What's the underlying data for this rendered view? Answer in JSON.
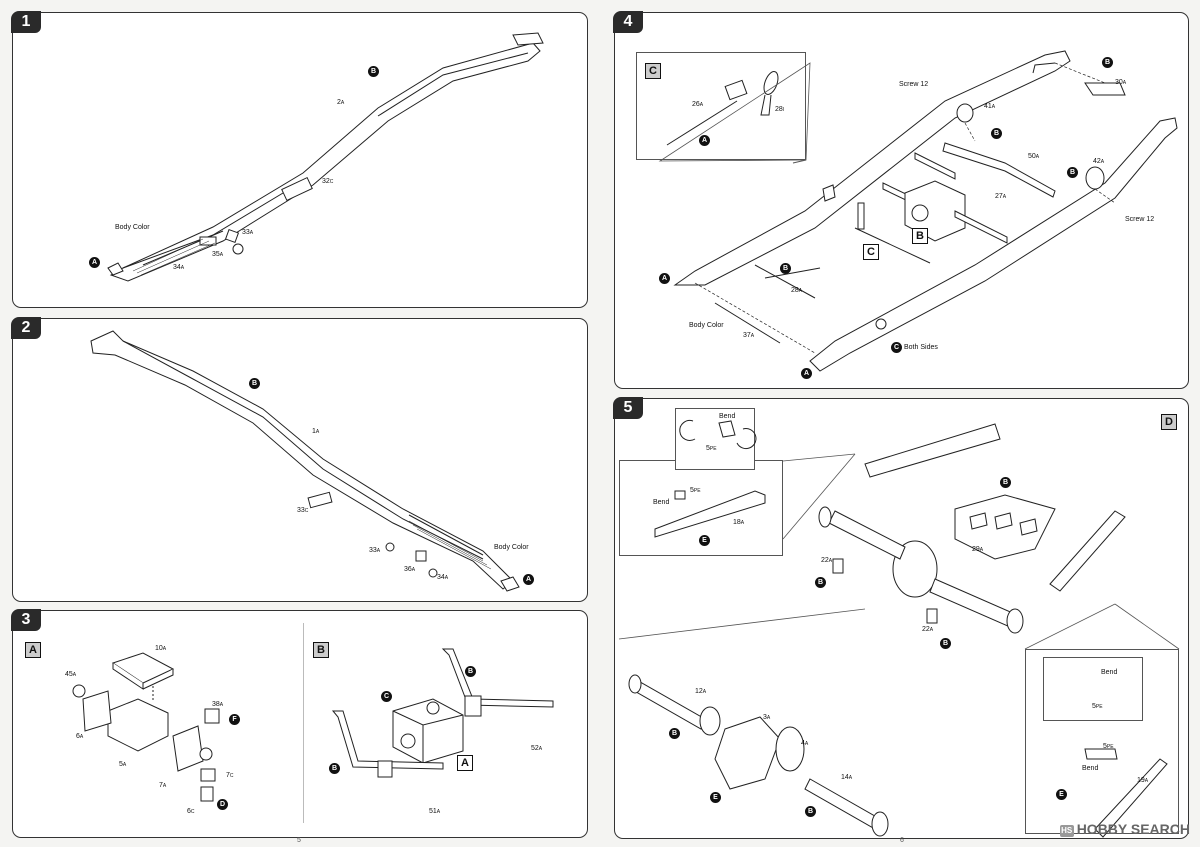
{
  "steps": [
    {
      "number": "1"
    },
    {
      "number": "2"
    },
    {
      "number": "3"
    },
    {
      "number": "4"
    },
    {
      "number": "5"
    }
  ],
  "step1": {
    "parts": {
      "p2a": "2",
      "p2a_sub": "A",
      "p32c": "32",
      "p32c_sub": "C",
      "p33a": "33",
      "p33a_sub": "A",
      "p35a": "35",
      "p35a_sub": "A",
      "p34a": "34",
      "p34a_sub": "A"
    },
    "body_color": "Body Color",
    "markers": {
      "b": "B",
      "a": "A"
    }
  },
  "step2": {
    "parts": {
      "p1a": "1",
      "p1a_sub": "A",
      "p33c": "33",
      "p33c_sub": "C",
      "p33a": "33",
      "p33a_sub": "A",
      "p36a": "36",
      "p36a_sub": "A",
      "p34a": "34",
      "p34a_sub": "A"
    },
    "body_color": "Body Color",
    "markers": {
      "b": "B",
      "a": "A"
    }
  },
  "step3": {
    "sub_a": "A",
    "sub_b": "B",
    "parts": {
      "p10a": "10",
      "p10a_sub": "A",
      "p45a": "45",
      "p45a_sub": "A",
      "p6a": "6",
      "p6a_sub": "A",
      "p5a": "5",
      "p5a_sub": "A",
      "p38a": "38",
      "p38a_sub": "A",
      "p7a": "7",
      "p7a_sub": "A",
      "p7c": "7",
      "p7c_sub": "C",
      "p6c": "6",
      "p6c_sub": "C",
      "p52a": "52",
      "p52a_sub": "A",
      "p51a": "51",
      "p51a_sub": "A"
    },
    "markers": {
      "f": "F",
      "d": "D",
      "c": "C",
      "b1": "B",
      "b2": "B",
      "a_box": "A"
    }
  },
  "step4": {
    "inset_c": "C",
    "parts": {
      "p26a": "26",
      "p26a_sub": "A",
      "p28i": "28",
      "p28i_sub": "I",
      "p30a": "30",
      "p30a_sub": "A",
      "p41a": "41",
      "p41a_sub": "A",
      "p50a": "50",
      "p50a_sub": "A",
      "p42a": "42",
      "p42a_sub": "A",
      "p27a": "27",
      "p27a_sub": "A",
      "p28a": "28",
      "p28a_sub": "A",
      "p37a": "37",
      "p37a_sub": "A"
    },
    "screw1": "Screw 12",
    "screw2": "Screw 12",
    "body_color": "Body Color",
    "both_sides": "Both Sides",
    "markers": {
      "a_in": "A",
      "b1": "B",
      "b2": "B",
      "b3": "B",
      "b4": "B",
      "a1": "A",
      "a2": "A",
      "c": "C",
      "box_b": "B",
      "box_c": "C"
    }
  },
  "step5": {
    "sub_d": "D",
    "bend1": "Bend",
    "bend2": "Bend",
    "bend3": "Bend",
    "bend4": "Bend",
    "parts": {
      "p5pe1": "5",
      "p5pe1_sub": "PE",
      "p5pe2": "5",
      "p5pe2_sub": "PE",
      "p18a": "18",
      "p18a_sub": "A",
      "p22a1": "22",
      "p22a1_sub": "A",
      "p22a2": "22",
      "p22a2_sub": "A",
      "p29a": "29",
      "p29a_sub": "A",
      "p12a": "12",
      "p12a_sub": "A",
      "p3a": "3",
      "p3a_sub": "A",
      "p4a": "4",
      "p4a_sub": "A",
      "p14a": "14",
      "p14a_sub": "A",
      "p5pe3": "5",
      "p5pe3_sub": "PE",
      "p5pe4": "5",
      "p5pe4_sub": "PE",
      "p19a": "19",
      "p19a_sub": "A"
    },
    "markers": {
      "e1": "E",
      "b1": "B",
      "b2": "B",
      "b3": "B",
      "b4": "B",
      "e2": "E",
      "b5": "B",
      "e3": "E"
    }
  },
  "page_numbers": {
    "left": "5",
    "right": "6"
  },
  "watermark": {
    "text": "HOBBY SEARCH",
    "logo": "HS"
  }
}
